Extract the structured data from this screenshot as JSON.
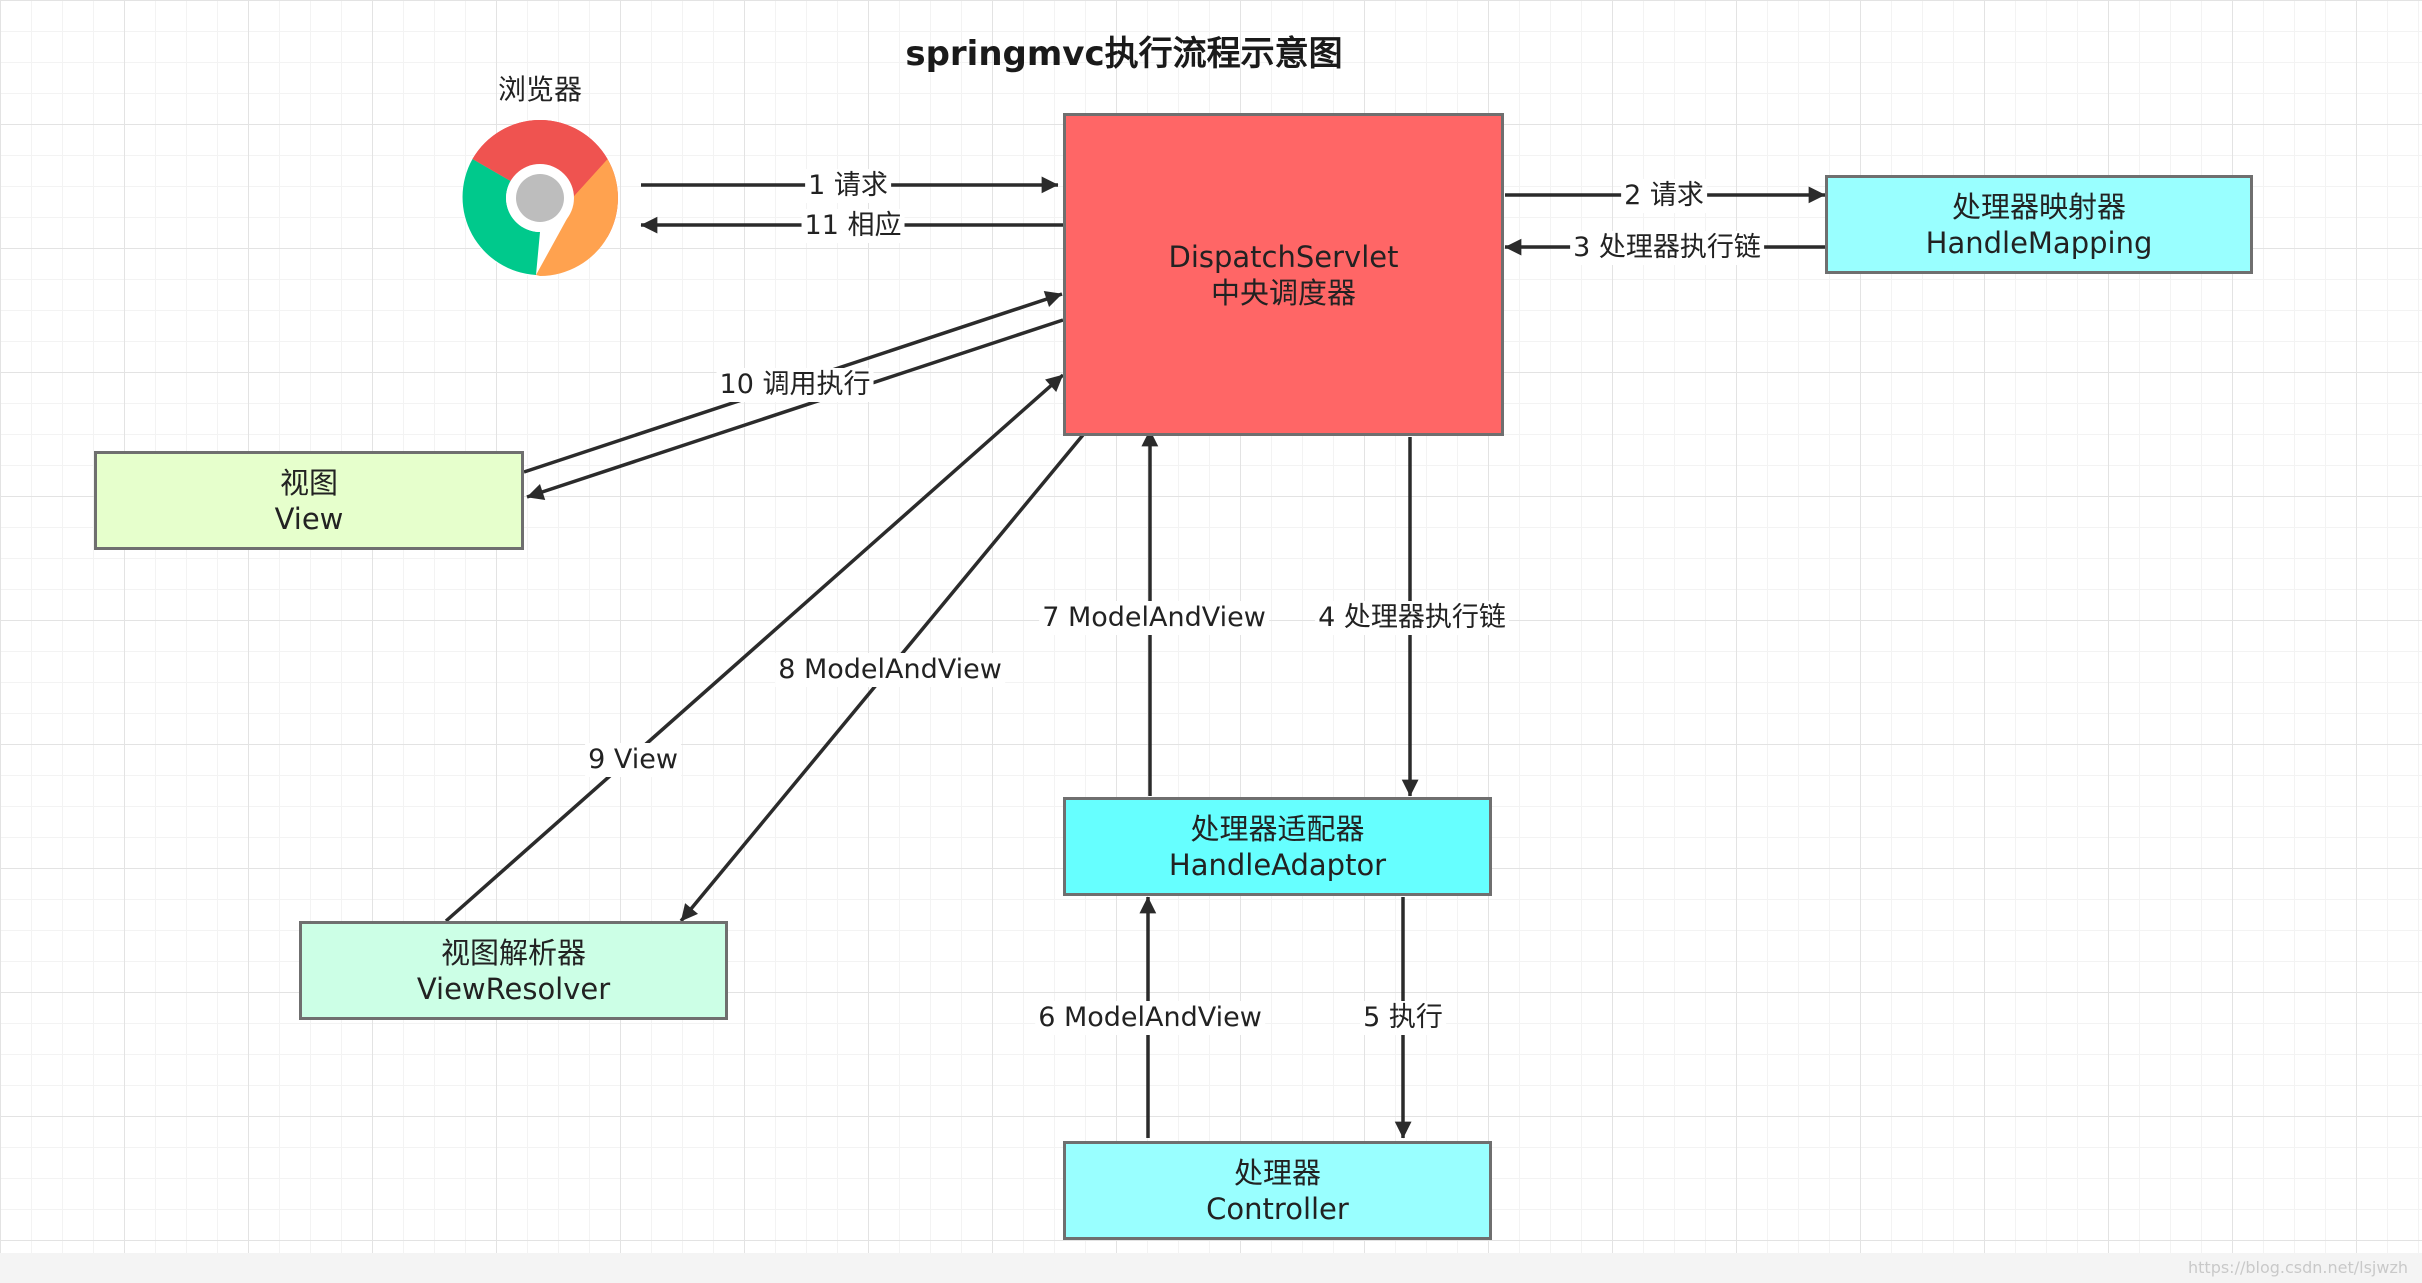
{
  "title": "springmvc执行流程示意图",
  "browser": {
    "label": "浏览器",
    "icon": "chrome-browser-icon"
  },
  "nodes": {
    "dispatcher": {
      "line1": "DispatchServlet",
      "line2": "中央调度器",
      "color": "#ff6666"
    },
    "handler_mapping": {
      "line1": "处理器映射器",
      "line2": "HandleMapping",
      "color": "#99ffff"
    },
    "view": {
      "line1": "视图",
      "line2": "View",
      "color": "#e6ffcc"
    },
    "view_resolver": {
      "line1": "视图解析器",
      "line2": "ViewResolver",
      "color": "#ccffe6"
    },
    "handler_adaptor": {
      "line1": "处理器适配器",
      "line2": "HandleAdaptor",
      "color": "#66ffff"
    },
    "controller": {
      "line1": "处理器",
      "line2": "Controller",
      "color": "#99ffff"
    }
  },
  "edges": {
    "e1": "1 请求",
    "e2": "2 请求",
    "e3": "3 处理器执行链",
    "e4": "4 处理器执行链",
    "e5": "5 执行",
    "e6": "6 ModelAndView",
    "e7": "7 ModelAndView",
    "e8": "8 ModelAndView",
    "e9": "9 View",
    "e10": "10 调用执行",
    "e11": "11 相应"
  },
  "watermark": "https://blog.csdn.net/lsjwzh"
}
